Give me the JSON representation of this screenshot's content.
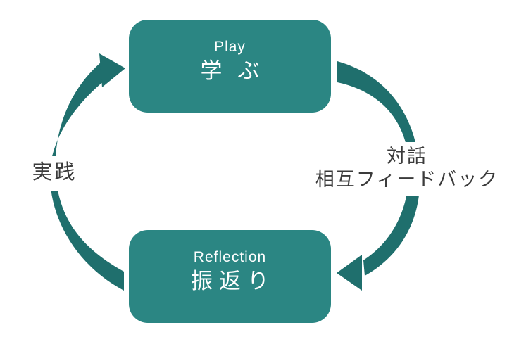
{
  "title": "Play Reflection learning cycle",
  "colors": {
    "box": "#2B8683",
    "arrow": "#1F6F6D",
    "label_text": "#3B3B3B",
    "box_text": "#FFFFFF",
    "background": "#FFFFFF"
  },
  "nodes": {
    "play": {
      "subtitle": "Play",
      "title": "学ぶ"
    },
    "reflection": {
      "subtitle": "Reflection",
      "title": "振返り"
    }
  },
  "edges": {
    "dialogue": {
      "line1": "対話",
      "line2": "相互フィードバック"
    },
    "practice": {
      "line1": "実践"
    }
  }
}
